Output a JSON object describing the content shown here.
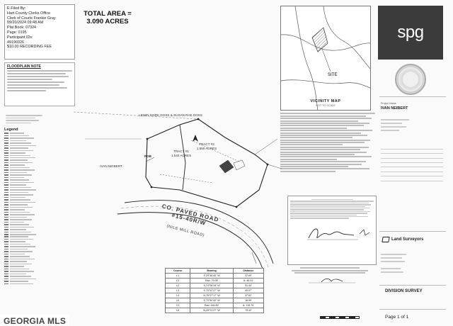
{
  "filing": {
    "lines": [
      "E-Filed By:",
      "Hart County Clerks Office",
      "Clerk of Courts Frankie Gray",
      "09/20/2024 09:48 AM",
      "Plat Book: 07324",
      "Page: 0195",
      "Participant IDs:",
      "49190326",
      "$10.00 RECORDING FEE"
    ]
  },
  "total_area": {
    "line1": "TOTAL AREA =",
    "line2": "3.090 ACRES"
  },
  "floodplain": {
    "title": "FLOODPLAIN NOTE"
  },
  "legend": {
    "title": "Legend"
  },
  "vicinity": {
    "site_label": "SITE",
    "title": "VICINITY MAP",
    "subtitle": "NOT TO SCALE"
  },
  "logo": {
    "text": "spg"
  },
  "title_block": {
    "project_label": "Project Name",
    "client": "IVAN NEIBERT",
    "firm_name": "Land Surveyors",
    "drawing_title": "DIVISION SURVEY",
    "page": "Page 1 of 1"
  },
  "plat": {
    "tract1": {
      "name": "TRACT #1",
      "area": "1.540 ACRES"
    },
    "tract2": {
      "name": "TRACT #2",
      "area": "1.550 ACRES"
    },
    "road_line1": "CO. PAVED ROAD",
    "road_line2": "#15-40R/W",
    "road_alias": "(NILE MILL ROAD)",
    "adjoiner_top": "LEWIN MARK DOSS & SUSAN RAE DOSS",
    "adjoiner_left": "IVAN NEIBERT",
    "pob": "POB"
  },
  "bearings": {
    "headers": [
      "Course",
      "Bearing",
      "Distance"
    ],
    "rows": [
      [
        "L1",
        "S 29°46'40\" W",
        "37.69'"
      ],
      [
        "C1",
        "Rad. 79.00'",
        "A: 46.04'"
      ],
      [
        "L2",
        "S 74°06'15\" W",
        "51.44'"
      ],
      [
        "L3",
        "S 70°02'27\" W",
        "40.07'"
      ],
      [
        "L4",
        "N 76°07'17\" W",
        "37.62'"
      ],
      [
        "L5",
        "S 70°50'40\" W",
        "18.99'"
      ],
      [
        "C2",
        "Rad. 446.89'",
        "A: 115.75'"
      ],
      [
        "L6",
        "N 26°21'27\" W",
        "79.42'"
      ]
    ]
  },
  "watermark": "GEORGIA MLS",
  "colors": {
    "logo_bg": "#3b3b3b",
    "line": "#333333"
  }
}
